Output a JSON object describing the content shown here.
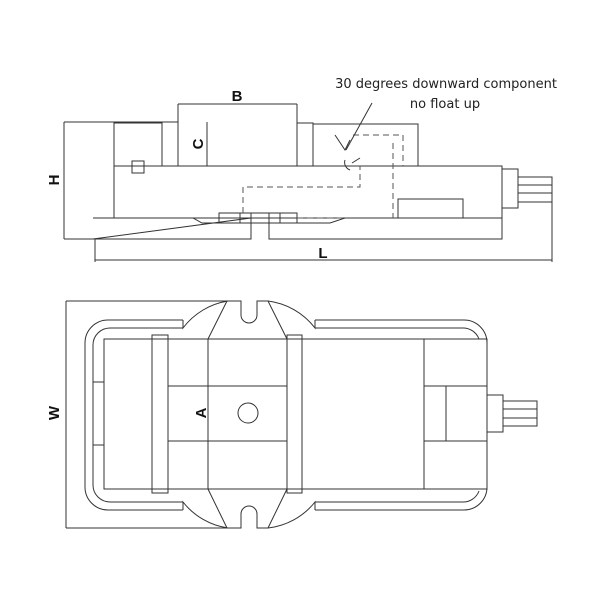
{
  "annotation": {
    "line1": "30 degrees downward component",
    "line2": "no float up"
  },
  "dimensions": {
    "B": "B",
    "C": "C",
    "H": "H",
    "L": "L",
    "W": "W",
    "A": "A"
  }
}
